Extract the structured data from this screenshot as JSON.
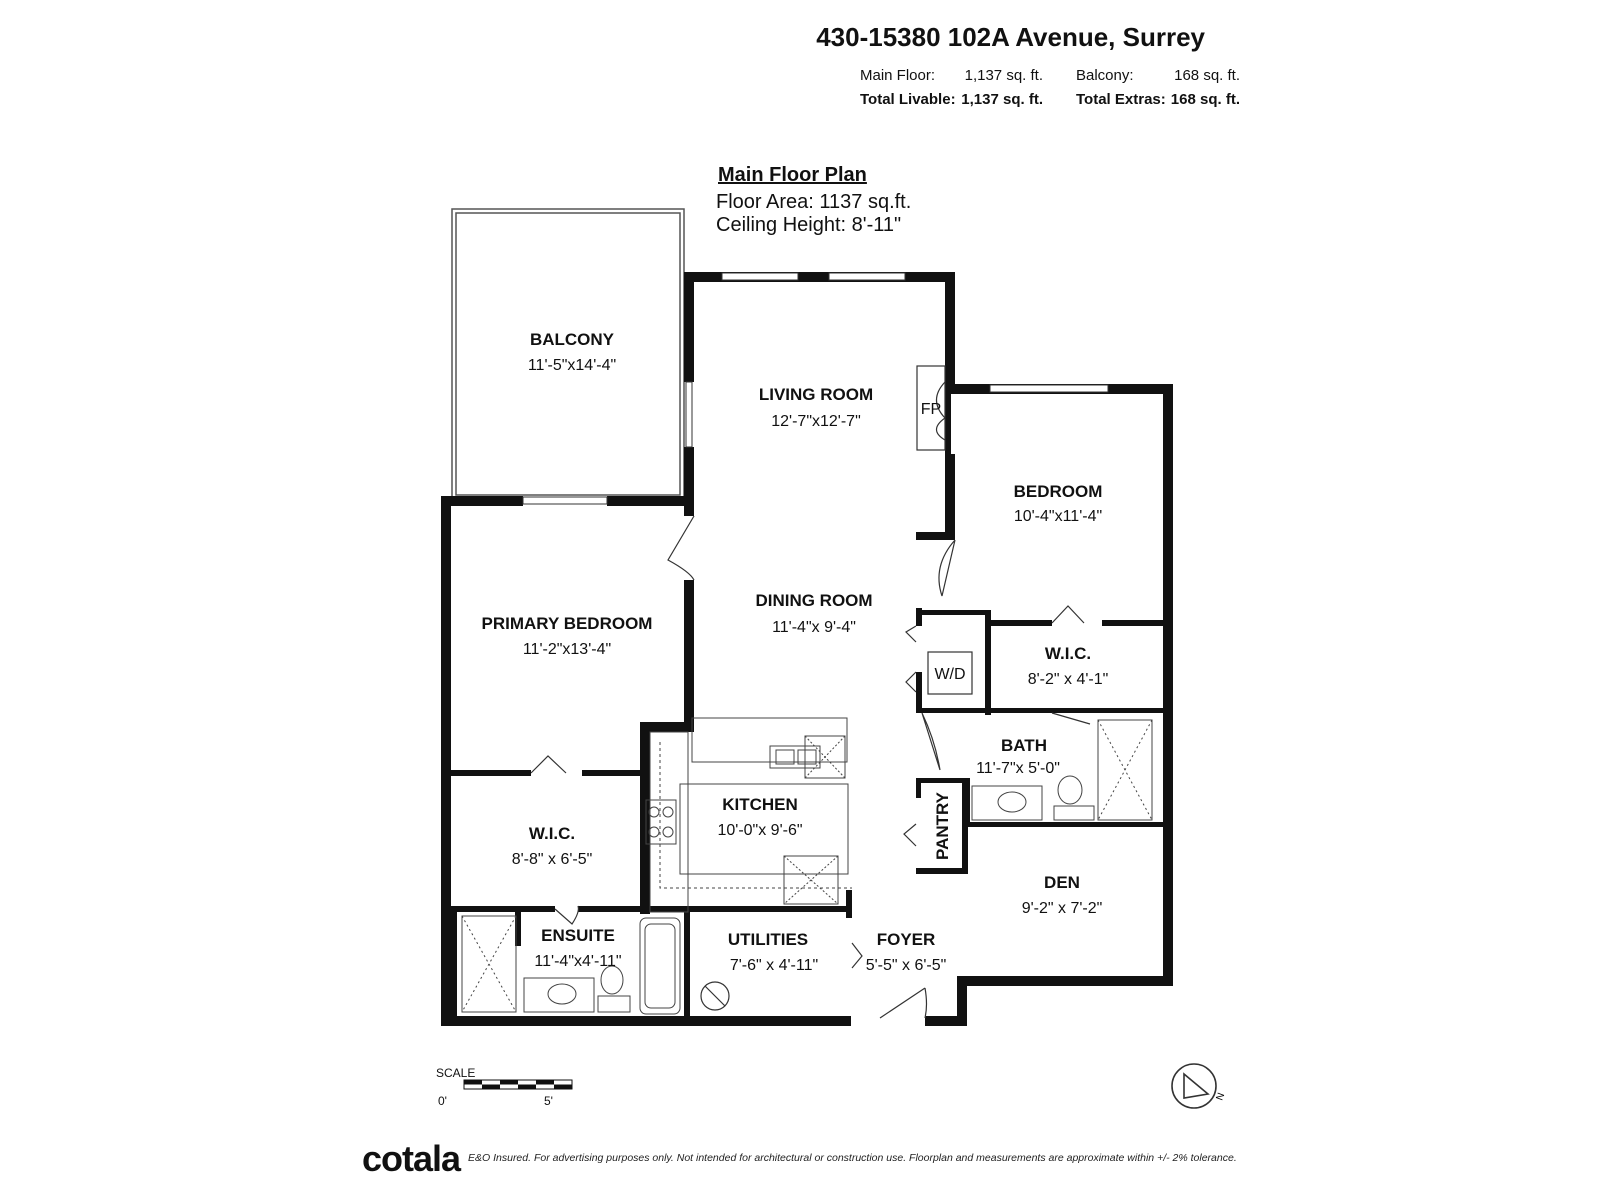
{
  "header": {
    "address": "430-15380 102A Avenue, Surrey",
    "main_floor_label": "Main Floor:",
    "main_floor_value": "1,137 sq. ft.",
    "balcony_label": "Balcony:",
    "balcony_value": "168 sq. ft.",
    "total_livable_label": "Total Livable:",
    "total_livable_value": "1,137 sq. ft.",
    "total_extras_label": "Total Extras:",
    "total_extras_value": "168 sq. ft."
  },
  "plan": {
    "title": "Main Floor Plan",
    "floor_area": "Floor Area: 1137 sq.ft.",
    "ceiling_height": "Ceiling Height: 8'-11\"",
    "fireplace_label": "FP",
    "washer_dryer_label": "W/D"
  },
  "rooms": {
    "balcony": {
      "name": "BALCONY",
      "dims": "11'-5\"x14'-4\""
    },
    "living": {
      "name": "LIVING ROOM",
      "dims": "12'-7\"x12'-7\""
    },
    "bedroom": {
      "name": "BEDROOM",
      "dims": "10'-4\"x11'-4\""
    },
    "dining": {
      "name": "DINING ROOM",
      "dims": "11'-4\"x 9'-4\""
    },
    "primary": {
      "name": "PRIMARY BEDROOM",
      "dims": "11'-2\"x13'-4\""
    },
    "wic_right": {
      "name": "W.I.C.",
      "dims": "8'-2\" x 4'-1\""
    },
    "bath": {
      "name": "BATH",
      "dims": "11'-7\"x 5'-0\""
    },
    "kitchen": {
      "name": "KITCHEN",
      "dims": "10'-0\"x 9'-6\""
    },
    "pantry": {
      "name": "PANTRY"
    },
    "wic_left": {
      "name": "W.I.C.",
      "dims": "8'-8\" x 6'-5\""
    },
    "den": {
      "name": "DEN",
      "dims": "9'-2\" x 7'-2\""
    },
    "ensuite": {
      "name": "ENSUITE",
      "dims": "11'-4\"x4'-11\""
    },
    "utilities": {
      "name": "UTILITIES",
      "dims": "7'-6\" x 4'-11\""
    },
    "foyer": {
      "name": "FOYER",
      "dims": "5'-5\" x 6'-5\""
    }
  },
  "scale": {
    "label": "SCALE",
    "start": "0'",
    "end": "5'"
  },
  "compass": {
    "north": "N",
    "icon": "compass-north-icon"
  },
  "footer": {
    "brand": "cotala",
    "disclaimer": "E&O Insured. For advertising purposes only. Not intended for architectural or construction use. Floorplan and measurements are approximate within +/- 2% tolerance."
  }
}
